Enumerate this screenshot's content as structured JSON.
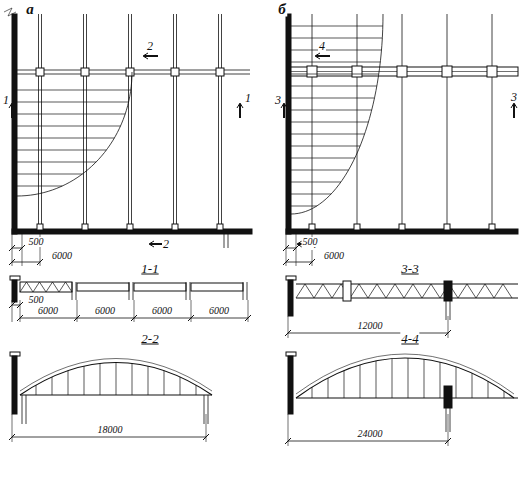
{
  "diagram": {
    "labels": [
      "а",
      "2",
      "1",
      "1",
      "2",
      "500",
      "6000",
      "1-1",
      "500",
      "6000",
      "6000",
      "6000",
      "6000",
      "2-2",
      "18000",
      "б",
      "4",
      "3",
      "3",
      "4",
      "500",
      "6000",
      "3-3",
      "12000",
      "4-4",
      "24000"
    ]
  }
}
